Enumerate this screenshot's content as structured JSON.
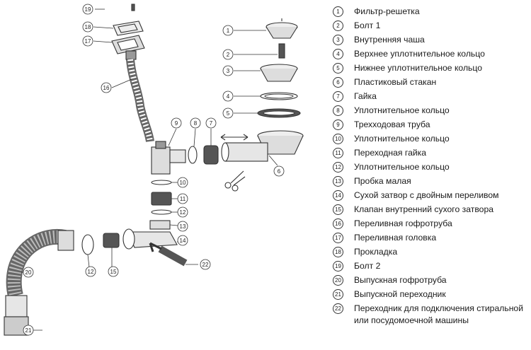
{
  "legend": [
    {
      "num": "1",
      "label": "Фильтр-решетка"
    },
    {
      "num": "2",
      "label": "Болт 1"
    },
    {
      "num": "3",
      "label": "Внутренняя чаша"
    },
    {
      "num": "4",
      "label": "Верхнее уплотнительное кольцо"
    },
    {
      "num": "5",
      "label": "Нижнее уплотнительное кольцо"
    },
    {
      "num": "6",
      "label": "Пластиковый стакан"
    },
    {
      "num": "7",
      "label": "Гайка"
    },
    {
      "num": "8",
      "label": "Уплотнительное кольцо"
    },
    {
      "num": "9",
      "label": "Трехходовая труба"
    },
    {
      "num": "10",
      "label": "Уплотнительное кольцо"
    },
    {
      "num": "11",
      "label": "Переходная гайка"
    },
    {
      "num": "12",
      "label": "Уплотнительное кольцо"
    },
    {
      "num": "13",
      "label": "Пробка малая"
    },
    {
      "num": "14",
      "label": "Сухой затвор с двойным переливом"
    },
    {
      "num": "15",
      "label": "Клапан внутренний сухого затвора"
    },
    {
      "num": "16",
      "label": "Переливная гофротруба"
    },
    {
      "num": "17",
      "label": "Переливная головка"
    },
    {
      "num": "18",
      "label": "Прокладка"
    },
    {
      "num": "19",
      "label": "Болт 2"
    },
    {
      "num": "20",
      "label": "Выпускная гофротруба"
    },
    {
      "num": "21",
      "label": "Выпускной переходник"
    },
    {
      "num": "22",
      "label": "Переходник для подключения стиральной или посудомоечной машины"
    }
  ],
  "callouts": [
    "1",
    "2",
    "3",
    "4",
    "5",
    "6",
    "7",
    "8",
    "9",
    "10",
    "11",
    "12",
    "13",
    "14",
    "15",
    "16",
    "17",
    "18",
    "19",
    "20",
    "21",
    "22",
    "12"
  ],
  "colors": {
    "line": "#333333",
    "part_fill": "#e6e6e6",
    "dark_fill": "#555555",
    "hose": "#6b6b6b"
  }
}
